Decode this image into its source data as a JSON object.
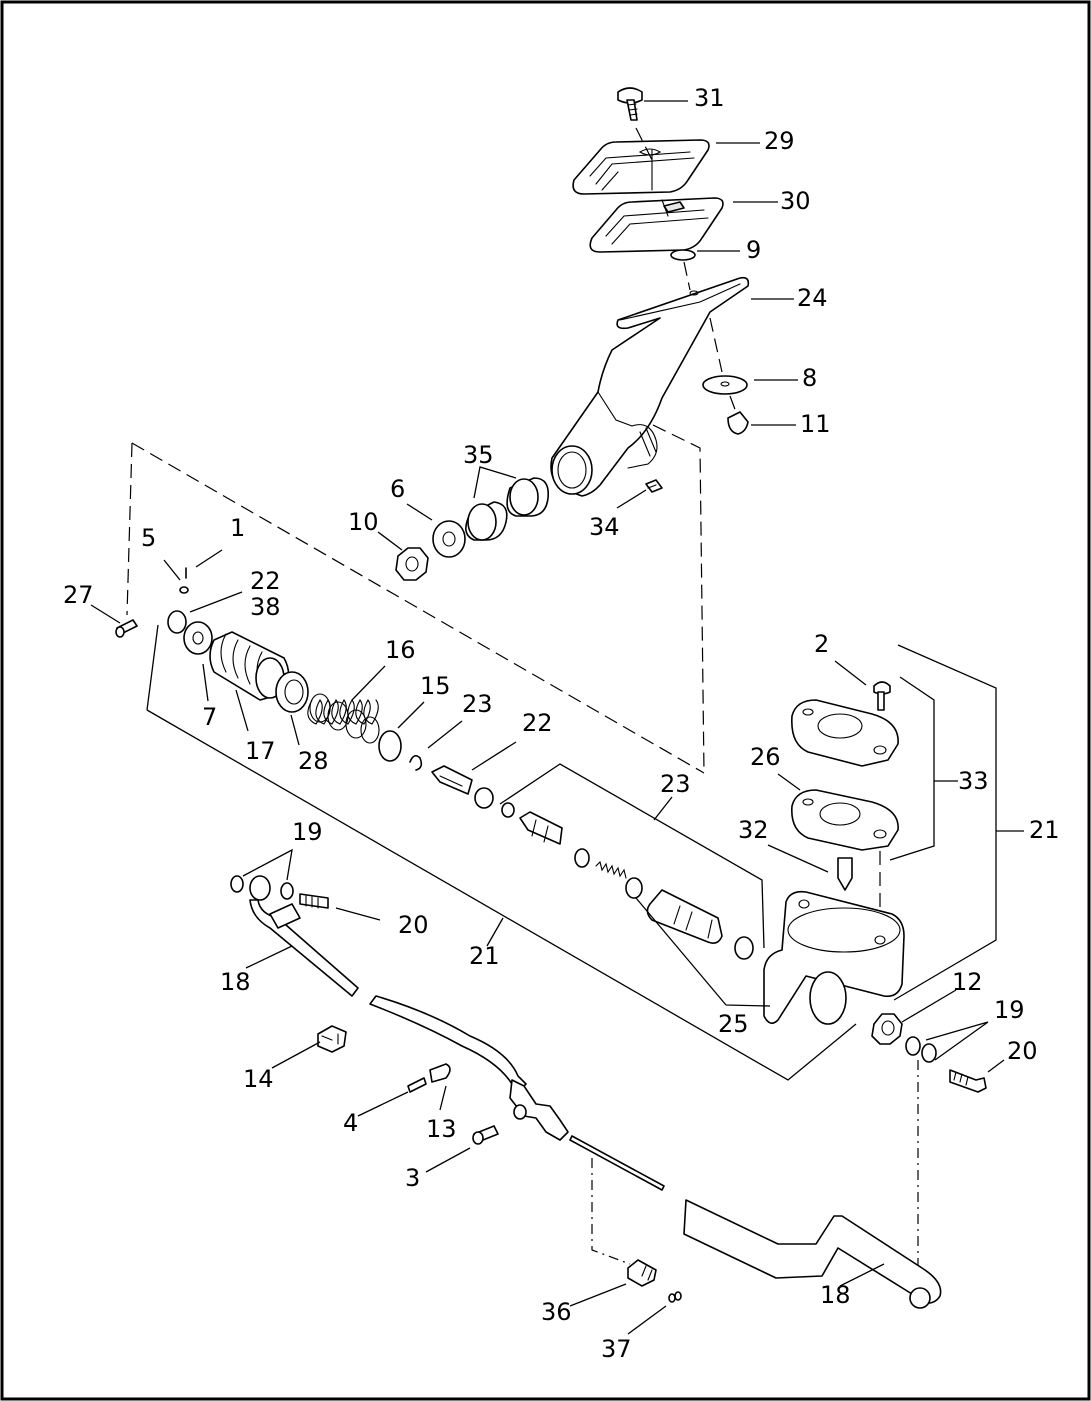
{
  "diagram": {
    "callouts": [
      {
        "id": "c31",
        "label": "31"
      },
      {
        "id": "c29",
        "label": "29"
      },
      {
        "id": "c30",
        "label": "30"
      },
      {
        "id": "c9",
        "label": "9"
      },
      {
        "id": "c24",
        "label": "24"
      },
      {
        "id": "c8",
        "label": "8"
      },
      {
        "id": "c11",
        "label": "11"
      },
      {
        "id": "c35",
        "label": "35"
      },
      {
        "id": "c6",
        "label": "6"
      },
      {
        "id": "c10",
        "label": "10"
      },
      {
        "id": "c34",
        "label": "34"
      },
      {
        "id": "c5",
        "label": "5"
      },
      {
        "id": "c1",
        "label": "1"
      },
      {
        "id": "c22a",
        "label": "22"
      },
      {
        "id": "c38",
        "label": "38"
      },
      {
        "id": "c27",
        "label": "27"
      },
      {
        "id": "c16",
        "label": "16"
      },
      {
        "id": "c15",
        "label": "15"
      },
      {
        "id": "c23a",
        "label": "23"
      },
      {
        "id": "c22b",
        "label": "22"
      },
      {
        "id": "c7",
        "label": "7"
      },
      {
        "id": "c17",
        "label": "17"
      },
      {
        "id": "c28",
        "label": "28"
      },
      {
        "id": "c2",
        "label": "2"
      },
      {
        "id": "c26",
        "label": "26"
      },
      {
        "id": "c33",
        "label": "33"
      },
      {
        "id": "c32",
        "label": "32"
      },
      {
        "id": "c21a",
        "label": "21"
      },
      {
        "id": "c23b",
        "label": "23"
      },
      {
        "id": "c19a",
        "label": "19"
      },
      {
        "id": "c20a",
        "label": "20"
      },
      {
        "id": "c21b",
        "label": "21"
      },
      {
        "id": "c18a",
        "label": "18"
      },
      {
        "id": "c12",
        "label": "12"
      },
      {
        "id": "c19b",
        "label": "19"
      },
      {
        "id": "c25",
        "label": "25"
      },
      {
        "id": "c20b",
        "label": "20"
      },
      {
        "id": "c14",
        "label": "14"
      },
      {
        "id": "c4",
        "label": "4"
      },
      {
        "id": "c13",
        "label": "13"
      },
      {
        "id": "c3",
        "label": "3"
      },
      {
        "id": "c18b",
        "label": "18"
      },
      {
        "id": "c36",
        "label": "36"
      },
      {
        "id": "c37",
        "label": "37"
      }
    ]
  }
}
